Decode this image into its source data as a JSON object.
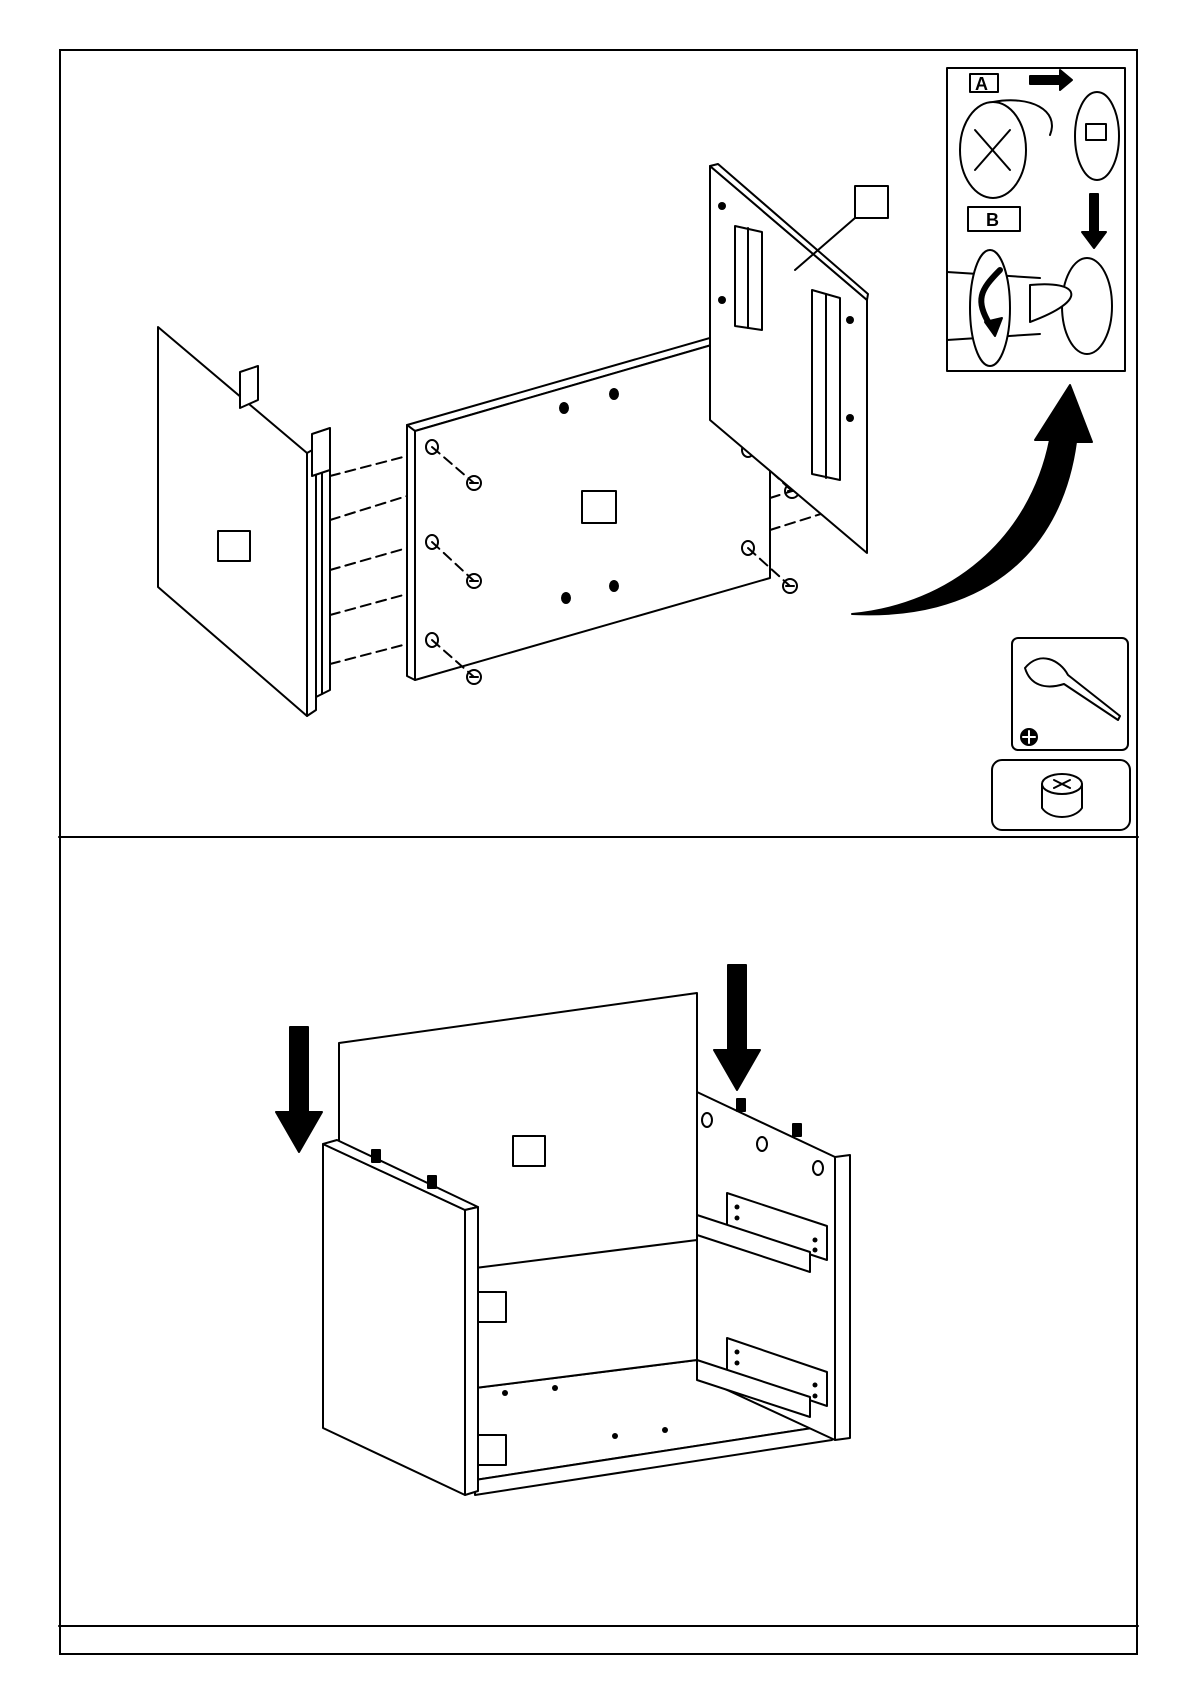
{
  "step1": {
    "inset_labels": {
      "a": "A",
      "b": "B"
    }
  },
  "tools": {
    "screwdriver_icon": "phillips-screwdriver",
    "fitting_icon": "cam-lock-fitting"
  },
  "colors": {
    "line": "#000000",
    "background": "#ffffff",
    "arrow": "#000000"
  }
}
